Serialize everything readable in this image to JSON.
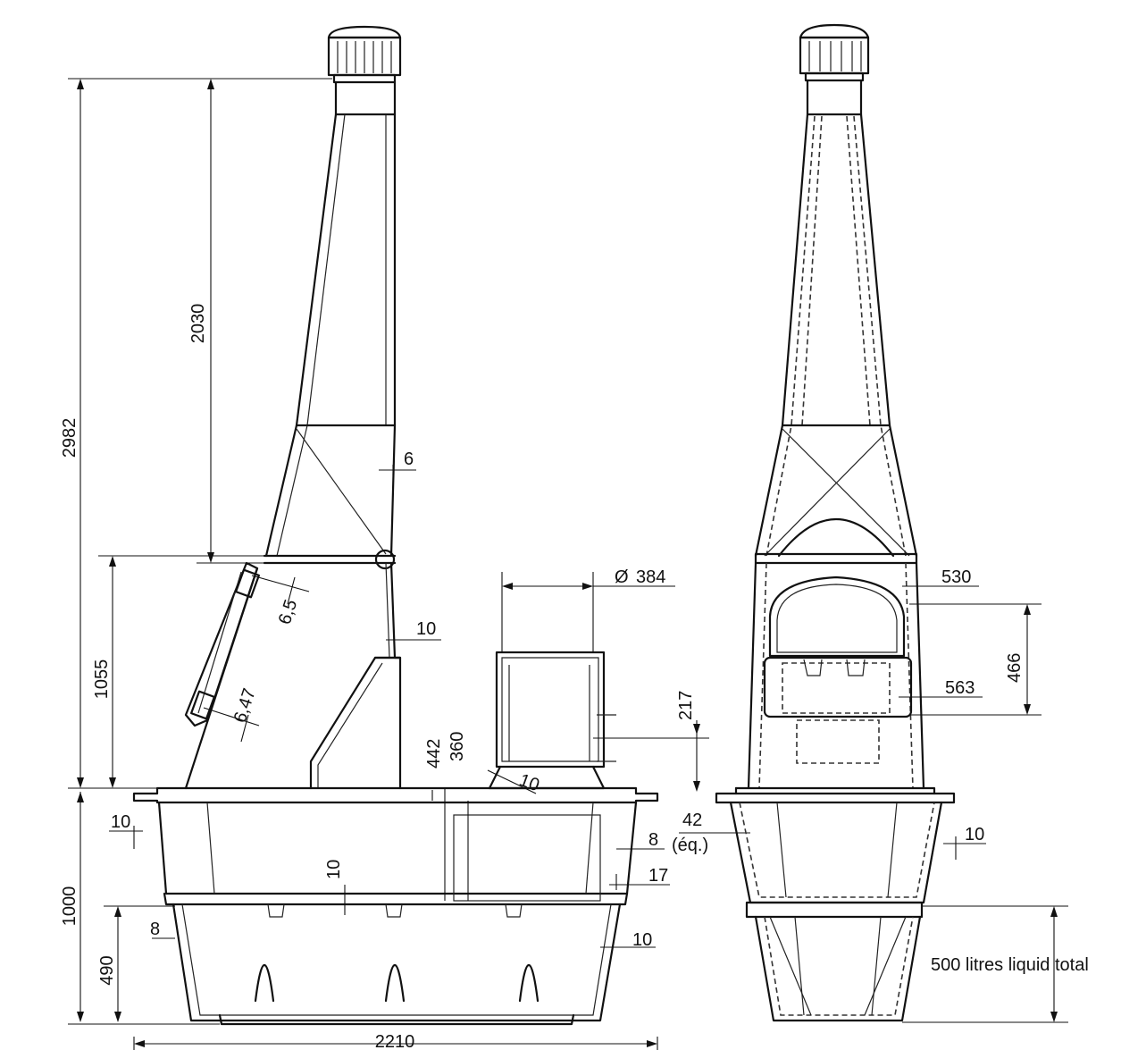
{
  "drawing": {
    "dimensions": {
      "total_height": "2982",
      "chimney_height": "2030",
      "hood_height": "1055",
      "tank_height": "1000",
      "lower_tank_height": "490",
      "total_width": "2210",
      "wall_6": "6",
      "wall_6_5": "6,5",
      "wall_6_47": "6,47",
      "wall_10_post": "10",
      "wall_10_left_flange": "10",
      "wall_10_center": "10",
      "wall_10_diag": "10",
      "wall_8_left": "8",
      "wall_8_right": "8",
      "wall_17": "17",
      "wall_10_lower": "10",
      "diameter_symbol": "Ø",
      "diameter": "384",
      "height_442": "442",
      "height_360": "360",
      "height_217": "217",
      "flange_42": "42",
      "flange_42_note": "(éq.)",
      "front_530": "530",
      "front_563": "563",
      "front_466": "466",
      "front_wall_10": "10"
    },
    "note": "500 litres liquid total"
  }
}
